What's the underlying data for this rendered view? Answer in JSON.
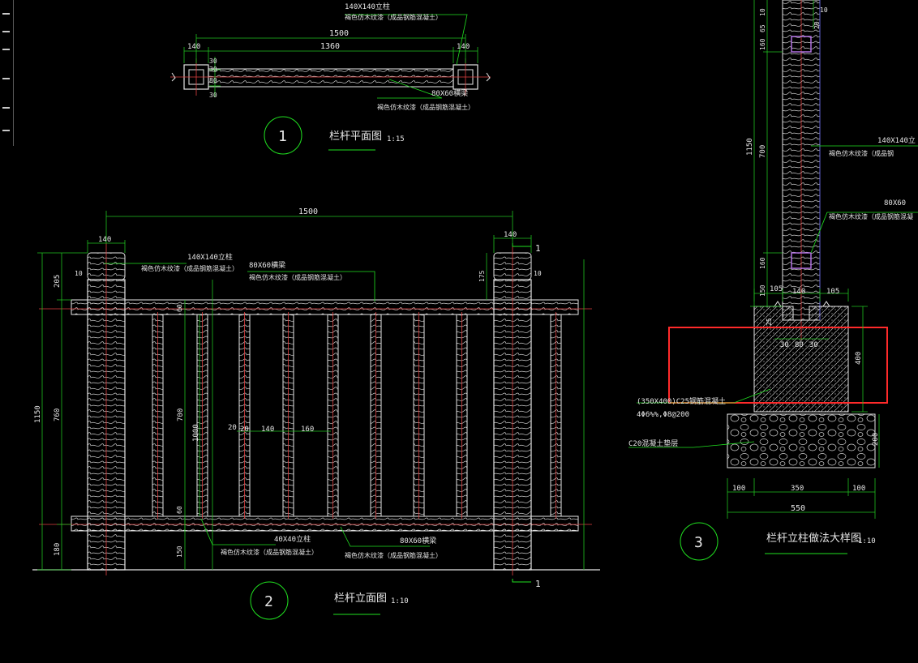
{
  "colors": {
    "background": "#000000",
    "line": "#e6e6e6",
    "dim": "#20c020",
    "center": "#e04040",
    "leader": "#20e020",
    "post_mark": "#b070e0",
    "highlight": "#ff2a2a"
  },
  "plan": {
    "bubble": "1",
    "title": "栏杆平面图",
    "scale": "1:15",
    "dim_total": "1500",
    "dim_left": "140",
    "dim_mid": "1360",
    "dim_right": "140",
    "dim_30a": "30",
    "dim_30b": "30",
    "dim_80": "80",
    "dim_30c": "30",
    "note_post_1": "140X140立柱",
    "note_post_2": "褐色仿木纹漆（成品钢筋混凝土）",
    "note_rail_1": "80X60横梁",
    "note_rail_2": "褐色仿木纹漆（成品钢筋混凝土）"
  },
  "elevation": {
    "bubble": "2",
    "title": "栏杆立面图",
    "scale": "1:10",
    "dim_total": "1500",
    "dim_post_l": "140",
    "dim_post_r": "140",
    "dim_10a": "10",
    "dim_10b": "10",
    "dim_175": "175",
    "dim_1150": "1150",
    "dim_205": "205",
    "dim_760": "760",
    "dim_180": "180",
    "dim_60a": "60",
    "dim_700": "700",
    "dim_1000": "1000",
    "dim_60b": "60",
    "dim_150": "150",
    "dim_20a": "20",
    "dim_20b": "20",
    "dim_140": "140",
    "dim_160": "160",
    "sec_1a": "1",
    "sec_1b": "1",
    "note_post_1": "140X140立柱",
    "note_post_2": "褐色仿木纹漆（成品钢筋混凝土）",
    "note_rail_1": "80X60横梁",
    "note_rail_2": "褐色仿木纹漆（成品钢筋混凝土）",
    "note_bal_1": "40X40立柱",
    "note_bal_2": "褐色仿木纹漆（成品钢筋混凝土）",
    "note_rail2_1": "80X60横梁",
    "note_rail2_2": "褐色仿木纹漆（成品钢筋混凝土）"
  },
  "detail": {
    "bubble": "3",
    "title": "栏杆立柱做法大样图",
    "scale": "1:10",
    "dim_1150": "1150",
    "dim_700": "700",
    "dim_160a": "160",
    "dim_65": "65",
    "dim_10a": "10",
    "dim_10b": "10",
    "dim_20": "20",
    "dim_160b": "160",
    "dim_150": "150",
    "dim_105a": "105",
    "dim_140": "140",
    "dim_105b": "105",
    "dim_25": "25",
    "dim_30a": "30",
    "dim_80": "80",
    "dim_30b": "30",
    "dim_400": "400",
    "dim_200": "200",
    "dim_100a": "100",
    "dim_350": "350",
    "dim_100b": "100",
    "dim_550": "550",
    "note_post_1": "140X140立",
    "note_post_2": "褐色仿木纹漆（成品钢",
    "note_rail_1": "80X60",
    "note_rail_2": "褐色仿木纹漆（成品钢筋混凝",
    "note_footing_1": "(350X400)C25钢筋混凝土",
    "note_footing_2": "4Φ6%%,Φ8@200",
    "note_base": "C20混凝土垫层"
  }
}
